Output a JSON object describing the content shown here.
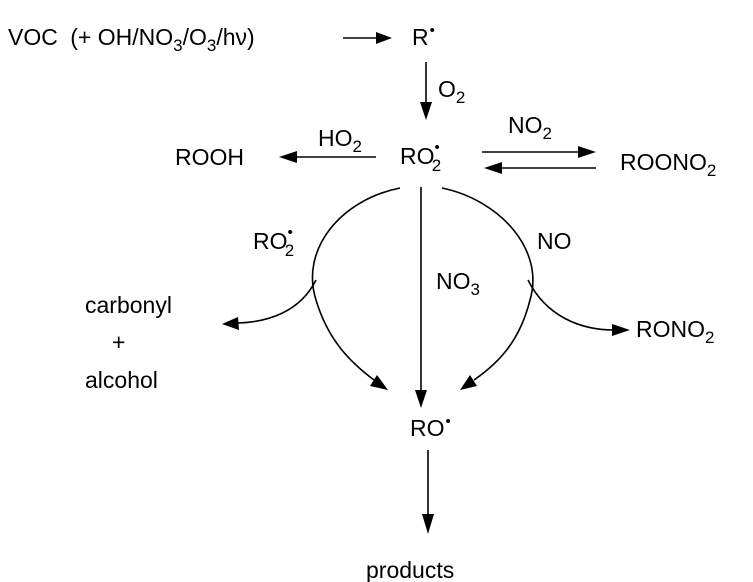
{
  "species": {
    "voc": "VOC",
    "oxidants": "(+ OH/NO",
    "oxidants_sub1": "3",
    "oxidants_mid": "/O",
    "oxidants_sub2": "3",
    "oxidants_end": "/h",
    "oxidants_nu": "ν",
    "oxidants_close": ")",
    "alkyl_radical": "R",
    "peroxy_radical": "RO",
    "peroxy_sub": "2",
    "hydroperoxide": "ROOH",
    "peroxynitrate": "ROONO",
    "peroxynitrate_sub": "2",
    "carbonyl": "carbonyl",
    "plus": "+",
    "alcohol": "alcohol",
    "alkyl_nitrate": "RONO",
    "alkyl_nitrate_sub": "2",
    "alkoxy_radical": "RO",
    "products": "products"
  },
  "reagents": {
    "o2": "O",
    "o2_sub": "2",
    "ho2": "HO",
    "ho2_sub": "2",
    "no2": "NO",
    "no2_sub": "2",
    "ro2": "RO",
    "ro2_sub": "2",
    "no": "NO",
    "no3": "NO",
    "no3_sub": "3"
  },
  "radical_dot": "•"
}
